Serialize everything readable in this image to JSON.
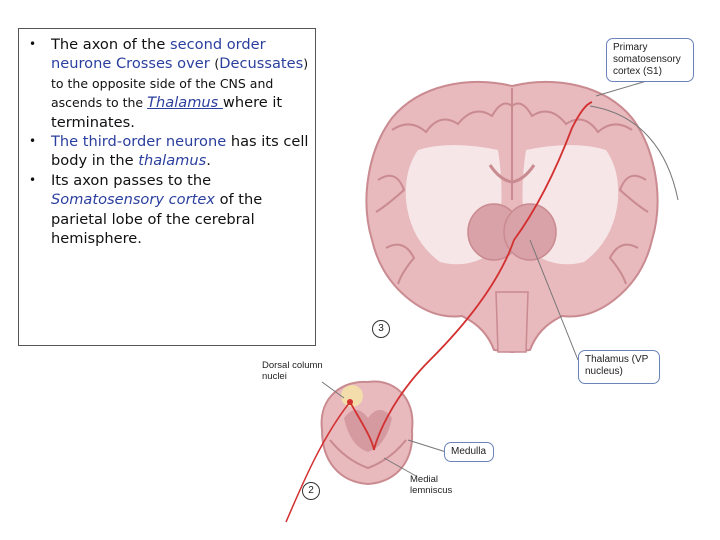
{
  "bullets": [
    {
      "p1": "The axon  of the ",
      "p2": "second order neurone ",
      "p3": "Crosses over",
      "p4": "(",
      "p5": "Decussates",
      "p6": ") to the opposite side of the CNS and ascends to the ",
      "p7": "Thalamus ",
      "p8": "where it terminates."
    },
    {
      "p1": "The third-order neurone ",
      "p2": "has its cell body in the ",
      "p3": "thalamus",
      "p4": "."
    },
    {
      "p1": "Its axon passes to the ",
      "p2": "Somatosensory cortex ",
      "p3": "of the parietal lobe of the cerebral hemisphere."
    }
  ],
  "diagram": {
    "cortex_label": "Primary somatosensory cortex (S1)",
    "thalamus_label": "Thalamus (VP nucleus)",
    "medulla_label": "Medulla",
    "dorsal_label": "Dorsal column nuclei",
    "lemniscus_label": "Medial lemniscus",
    "num3": "3",
    "num2": "2"
  },
  "colors": {
    "tissue": "#e8b9bd",
    "tissue_dark": "#c98a90",
    "pathway": "#d33030",
    "callout_border": "#6b84b8",
    "text_blue": "#2b3f9e"
  }
}
